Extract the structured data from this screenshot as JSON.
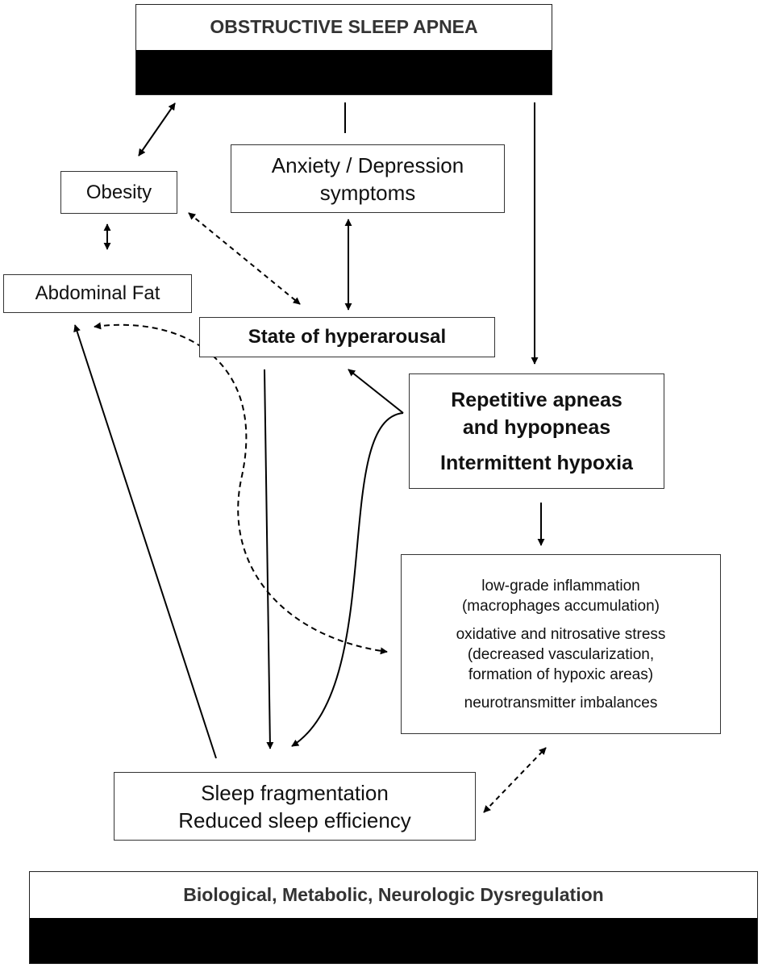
{
  "nodes": {
    "osa": {
      "label": "OBSTRUCTIVE SLEEP APNEA"
    },
    "obesity": {
      "label": "Obesity"
    },
    "anxiety": {
      "line1": "Anxiety / Depression",
      "line2": "symptoms"
    },
    "abdominal_fat": {
      "label": "Abdominal Fat"
    },
    "hyperarousal": {
      "label": "State of hyperarousal"
    },
    "apneas": {
      "line1": "Repetitive apneas",
      "line2": "and hypopneas",
      "line3": "Intermittent hypoxia"
    },
    "mechanisms": {
      "l1": "low-grade inflammation",
      "l2": "(macrophages accumulation)",
      "l3": "oxidative and nitrosative stress",
      "l4": "(decreased vascularization,",
      "l5": "formation of hypoxic areas)",
      "l6": "neurotransmitter imbalances"
    },
    "sleep_frag": {
      "line1": "Sleep fragmentation",
      "line2": "Reduced sleep efficiency"
    },
    "dysregulation": {
      "label": "Biological, Metabolic, Neurologic Dysregulation"
    }
  },
  "edges": [
    {
      "from": "osa",
      "to": "obesity",
      "style": "solid",
      "direction": "both"
    },
    {
      "from": "osa",
      "to": "anxiety",
      "style": "solid",
      "direction": "none"
    },
    {
      "from": "osa",
      "to": "apneas",
      "style": "solid",
      "direction": "forward"
    },
    {
      "from": "obesity",
      "to": "abdominal_fat",
      "style": "solid",
      "direction": "both"
    },
    {
      "from": "obesity",
      "to": "hyperarousal",
      "style": "dashed",
      "direction": "both"
    },
    {
      "from": "anxiety",
      "to": "hyperarousal",
      "style": "solid",
      "direction": "both"
    },
    {
      "from": "apneas",
      "to": "hyperarousal",
      "style": "solid",
      "direction": "forward"
    },
    {
      "from": "apneas",
      "to": "sleep_frag",
      "style": "solid",
      "direction": "forward"
    },
    {
      "from": "hyperarousal",
      "to": "sleep_frag",
      "style": "solid",
      "direction": "forward"
    },
    {
      "from": "apneas",
      "to": "mechanisms",
      "style": "solid",
      "direction": "forward"
    },
    {
      "from": "abdominal_fat",
      "to": "mechanisms",
      "style": "dashed",
      "direction": "both"
    },
    {
      "from": "sleep_frag",
      "to": "abdominal_fat",
      "style": "solid",
      "direction": "forward"
    },
    {
      "from": "mechanisms",
      "to": "sleep_frag",
      "style": "dashed",
      "direction": "both"
    }
  ]
}
